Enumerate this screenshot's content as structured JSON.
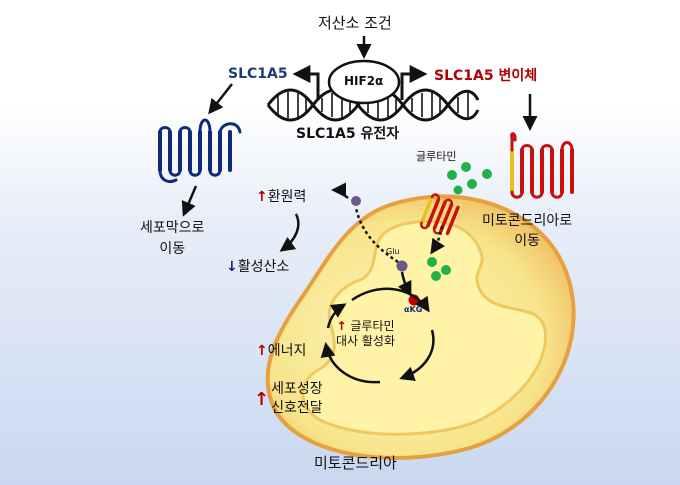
{
  "labels": {
    "hypoxia": "저산소 조건",
    "hif": "HIF2α",
    "slc1a5": "SLC1A5",
    "variant": "SLC1A5 변이체",
    "gene": "SLC1A5 유전자",
    "membrane_line1": "세포막으로",
    "membrane_line2": "이동",
    "mito_move_line1": "미토콘드리아로",
    "mito_move_line2": "이동",
    "glutamine": "글루타민",
    "reducing": "환원력",
    "ros": "활성산소",
    "glu": "Glu",
    "akg": "αKG",
    "metab_line1": "글루타민",
    "metab_line2": "대사 활성화",
    "energy": "에너지",
    "growth_line1": "세포성장",
    "growth_line2": "신호전달",
    "mitochondria": "미토콘드리아"
  },
  "colors": {
    "slc1a5_text": "#1f3a78",
    "variant_text": "#b00000",
    "transporter_blue": "#0f2a7a",
    "transporter_red": "#c81010",
    "transporter_yellow": "#e6c020",
    "glutamine_green": "#22b04a",
    "glu_purple": "#6a5a8c",
    "akg_red": "#c00000",
    "mito_fill": "#f7e79a",
    "mito_outline": "#e8a838"
  },
  "icons": {
    "up": "↑",
    "down": "↓"
  }
}
